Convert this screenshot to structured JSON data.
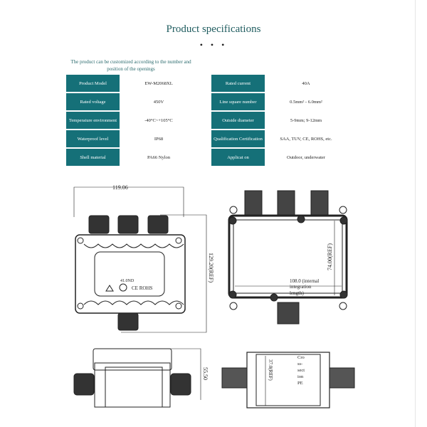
{
  "header": {
    "title": "Product specifications",
    "dots": "• • •",
    "note": "The product can be customized according to the number and position of the openings"
  },
  "specs_left": [
    {
      "label": "Product Model",
      "value": "EW-M2068XL"
    },
    {
      "label": "Rated voltage",
      "value": "450V"
    },
    {
      "label": "Temperature environment",
      "value": "-40°C~+105°C"
    },
    {
      "label": "Waterproof level",
      "value": "IP68"
    },
    {
      "label": "Shell material",
      "value": "PA66 Nylon"
    }
  ],
  "specs_right": [
    {
      "label": "Rated current",
      "value": "40A"
    },
    {
      "label": "Line square number",
      "value": "0.5mm² - 6.0mm²"
    },
    {
      "label": "Outside diameter",
      "value": "5-9mm; 9-12mm"
    },
    {
      "label": "Qualification Certification",
      "value": "SAA, TUV, CE, ROHS, etc."
    },
    {
      "label": "Applicat on",
      "value": "Outdoor, underwater"
    }
  ],
  "drawings": {
    "front_width": "119.06",
    "front_height": "129.20(REF)",
    "front_marking": "41.0ND",
    "front_cert": "CE ROHS",
    "inner_height": "74.00(REF)",
    "inner_length": [
      "108.0 (internal",
      "integration",
      "length)"
    ],
    "side_height": "55.50",
    "section_height": "37.0(REF)",
    "section_label": [
      "Cro",
      "ss-",
      "sect",
      "ion",
      "PE"
    ]
  }
}
